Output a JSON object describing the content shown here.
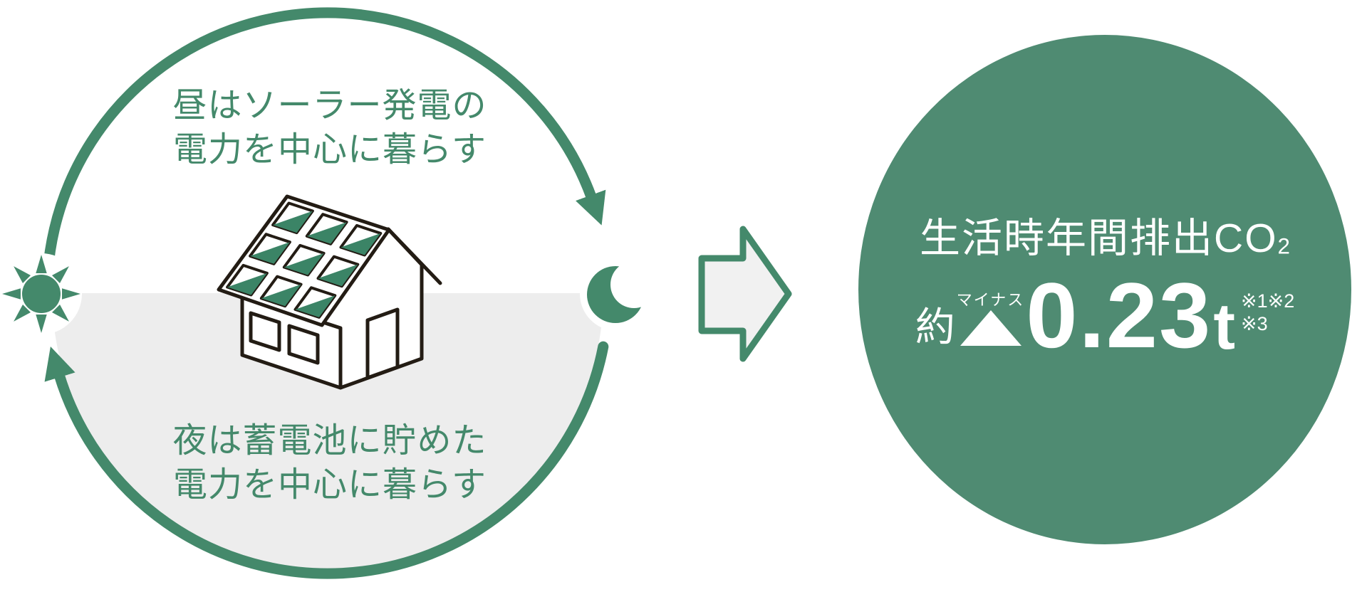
{
  "colors": {
    "green": "#44896B",
    "result_circle_green": "#4F8B72",
    "night_gray": "#EDEDED",
    "solar_panel_green": "#3B8466",
    "house_outline_dark": "#231C14",
    "flow_arrow_fill": "#F1F1F1",
    "text_white": "#FFFFFF"
  },
  "cycle": {
    "day_text_line1": "昼はソーラー発電の",
    "day_text_line2": "電力を中心に暮らす",
    "night_text_line1": "夜は蓄電池に貯めた",
    "night_text_line2": "電力を中心に暮らす"
  },
  "icons": {
    "sun": "sun-icon",
    "moon": "moon-icon",
    "house": "solar-house-icon",
    "flow_arrow": "flow-arrow-icon",
    "minus_triangle": "minus-triangle-icon"
  },
  "result": {
    "title_main": "生活時年間排出CO",
    "title_sub": "2",
    "approx_label": "約",
    "minus_label": "マイナス",
    "value": "0.23",
    "unit": "t",
    "note_line1": "※1※2",
    "note_line2": "※3"
  }
}
